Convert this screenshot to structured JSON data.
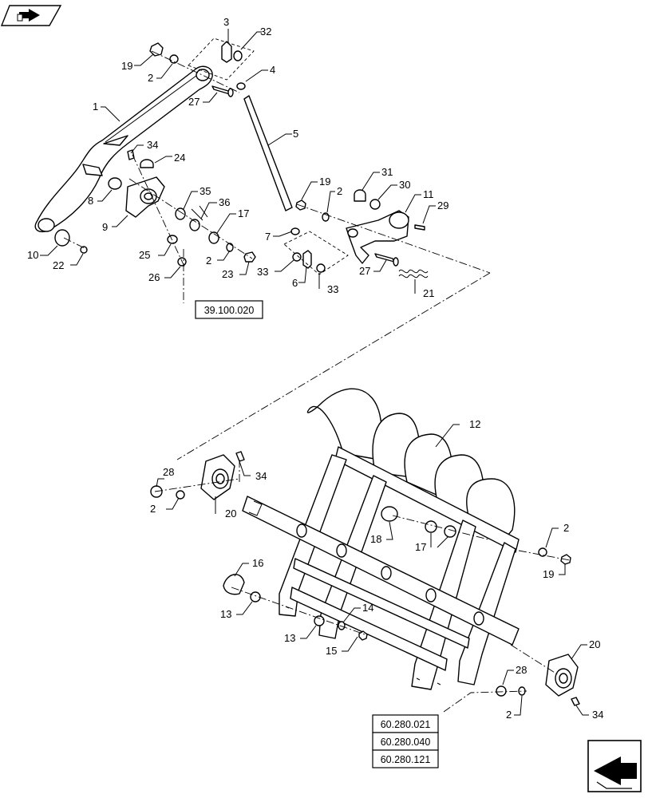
{
  "callouts": {
    "p1": "1",
    "p2a": "2",
    "p2b": "2",
    "p2c": "2",
    "p2d": "2",
    "p2e": "2",
    "p2f": "2",
    "p3": "3",
    "p4": "4",
    "p5": "5",
    "p6": "6",
    "p7": "7",
    "p8": "8",
    "p9": "9",
    "p10": "10",
    "p11": "11",
    "p12": "12",
    "p13a": "13",
    "p13b": "13",
    "p14": "14",
    "p15": "15",
    "p16": "16",
    "p17a": "17",
    "p17b": "17",
    "p18": "18",
    "p19a": "19",
    "p19b": "19",
    "p19c": "19",
    "p20a": "20",
    "p20b": "20",
    "p21": "21",
    "p22": "22",
    "p23": "23",
    "p24": "24",
    "p25": "25",
    "p26": "26",
    "p27a": "27",
    "p27b": "27",
    "p28a": "28",
    "p28b": "28",
    "p29": "29",
    "p30": "30",
    "p31": "31",
    "p32": "32",
    "p33a": "33",
    "p33b": "33",
    "p34a": "34",
    "p34b": "34",
    "p34c": "34",
    "p35": "35",
    "p36": "36"
  },
  "references": {
    "top": "39.100.020",
    "bottom": [
      "60.280.021",
      "60.280.040",
      "60.280.121"
    ]
  },
  "icons": {
    "top_left": "previous-page-arrow-icon",
    "bottom_right": "next-page-arrow-icon"
  }
}
